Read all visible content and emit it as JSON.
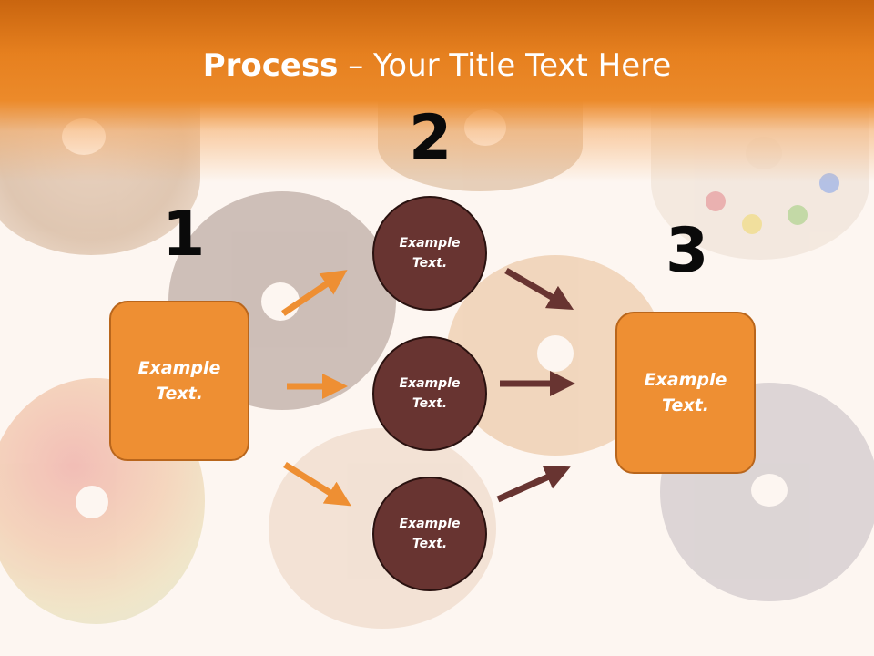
{
  "slide": {
    "title_bold": "Process",
    "title_rest": " – Your Title Text Here",
    "step1": {
      "number": "1",
      "text": "Example Text."
    },
    "step2": {
      "number": "2",
      "items": [
        {
          "text": "Example Text."
        },
        {
          "text": "Example Text."
        },
        {
          "text": "Example Text."
        }
      ]
    },
    "step3": {
      "number": "3",
      "text": "Example Text."
    }
  },
  "colors": {
    "header_orange": "#e6801f",
    "box_orange": "#ee8f33",
    "circle_brown": "#683431",
    "arrow_orange": "#ee8f33",
    "arrow_brown": "#683431"
  }
}
